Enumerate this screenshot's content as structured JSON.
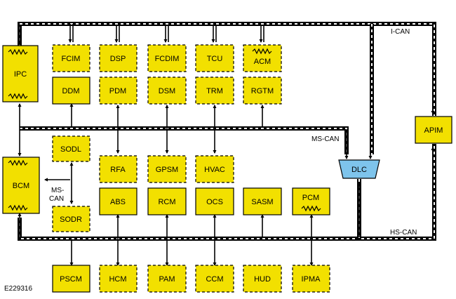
{
  "buses": {
    "ican": "I-CAN",
    "mscan": "MS-CAN",
    "hscan": "HS-CAN",
    "bcm_mscan": [
      "MS-",
      "CAN"
    ]
  },
  "figure_id": "E229316",
  "modules": {
    "ipc": "IPC",
    "bcm": "BCM",
    "apim": "APIM",
    "dlc": "DLC",
    "fcim": "FCIM",
    "dsp": "DSP",
    "fcdim": "FCDIM",
    "tcu": "TCU",
    "acm": "ACM",
    "ddm": "DDM",
    "pdm": "PDM",
    "dsm": "DSM",
    "trm": "TRM",
    "rgtm": "RGTM",
    "sodl": "SODL",
    "sodr": "SODR",
    "rfa": "RFA",
    "gpsm": "GPSM",
    "hvac": "HVAC",
    "abs": "ABS",
    "rcm": "RCM",
    "ocs": "OCS",
    "sasm": "SASM",
    "pcm": "PCM",
    "pscm": "PSCM",
    "hcm": "HCM",
    "pam": "PAM",
    "ccm": "CCM",
    "hud": "HUD",
    "ipma": "IPMA"
  }
}
